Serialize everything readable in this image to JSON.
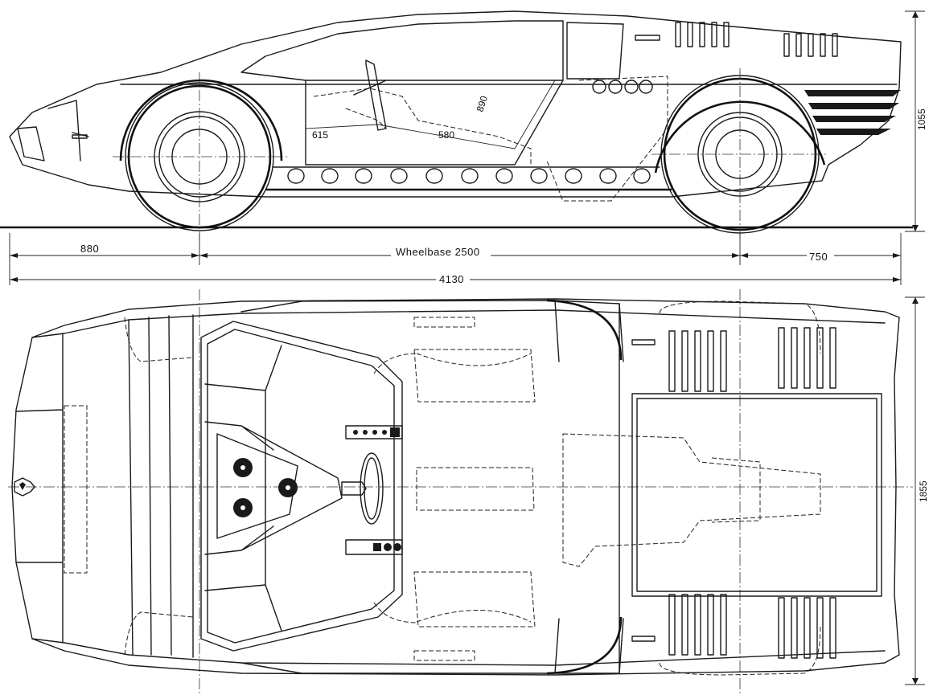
{
  "dimensions": {
    "front_overhang": "880",
    "wheelbase": "Wheelbase  2500",
    "rear_overhang": "750",
    "overall_length": "4130",
    "height": "1055",
    "width": "1855"
  },
  "interior_dimensions": {
    "seat_base": "615",
    "seat_length": "580",
    "seat_height": "890"
  },
  "colors": {
    "ink": "#1a1a1a",
    "paper": "#ffffff"
  }
}
